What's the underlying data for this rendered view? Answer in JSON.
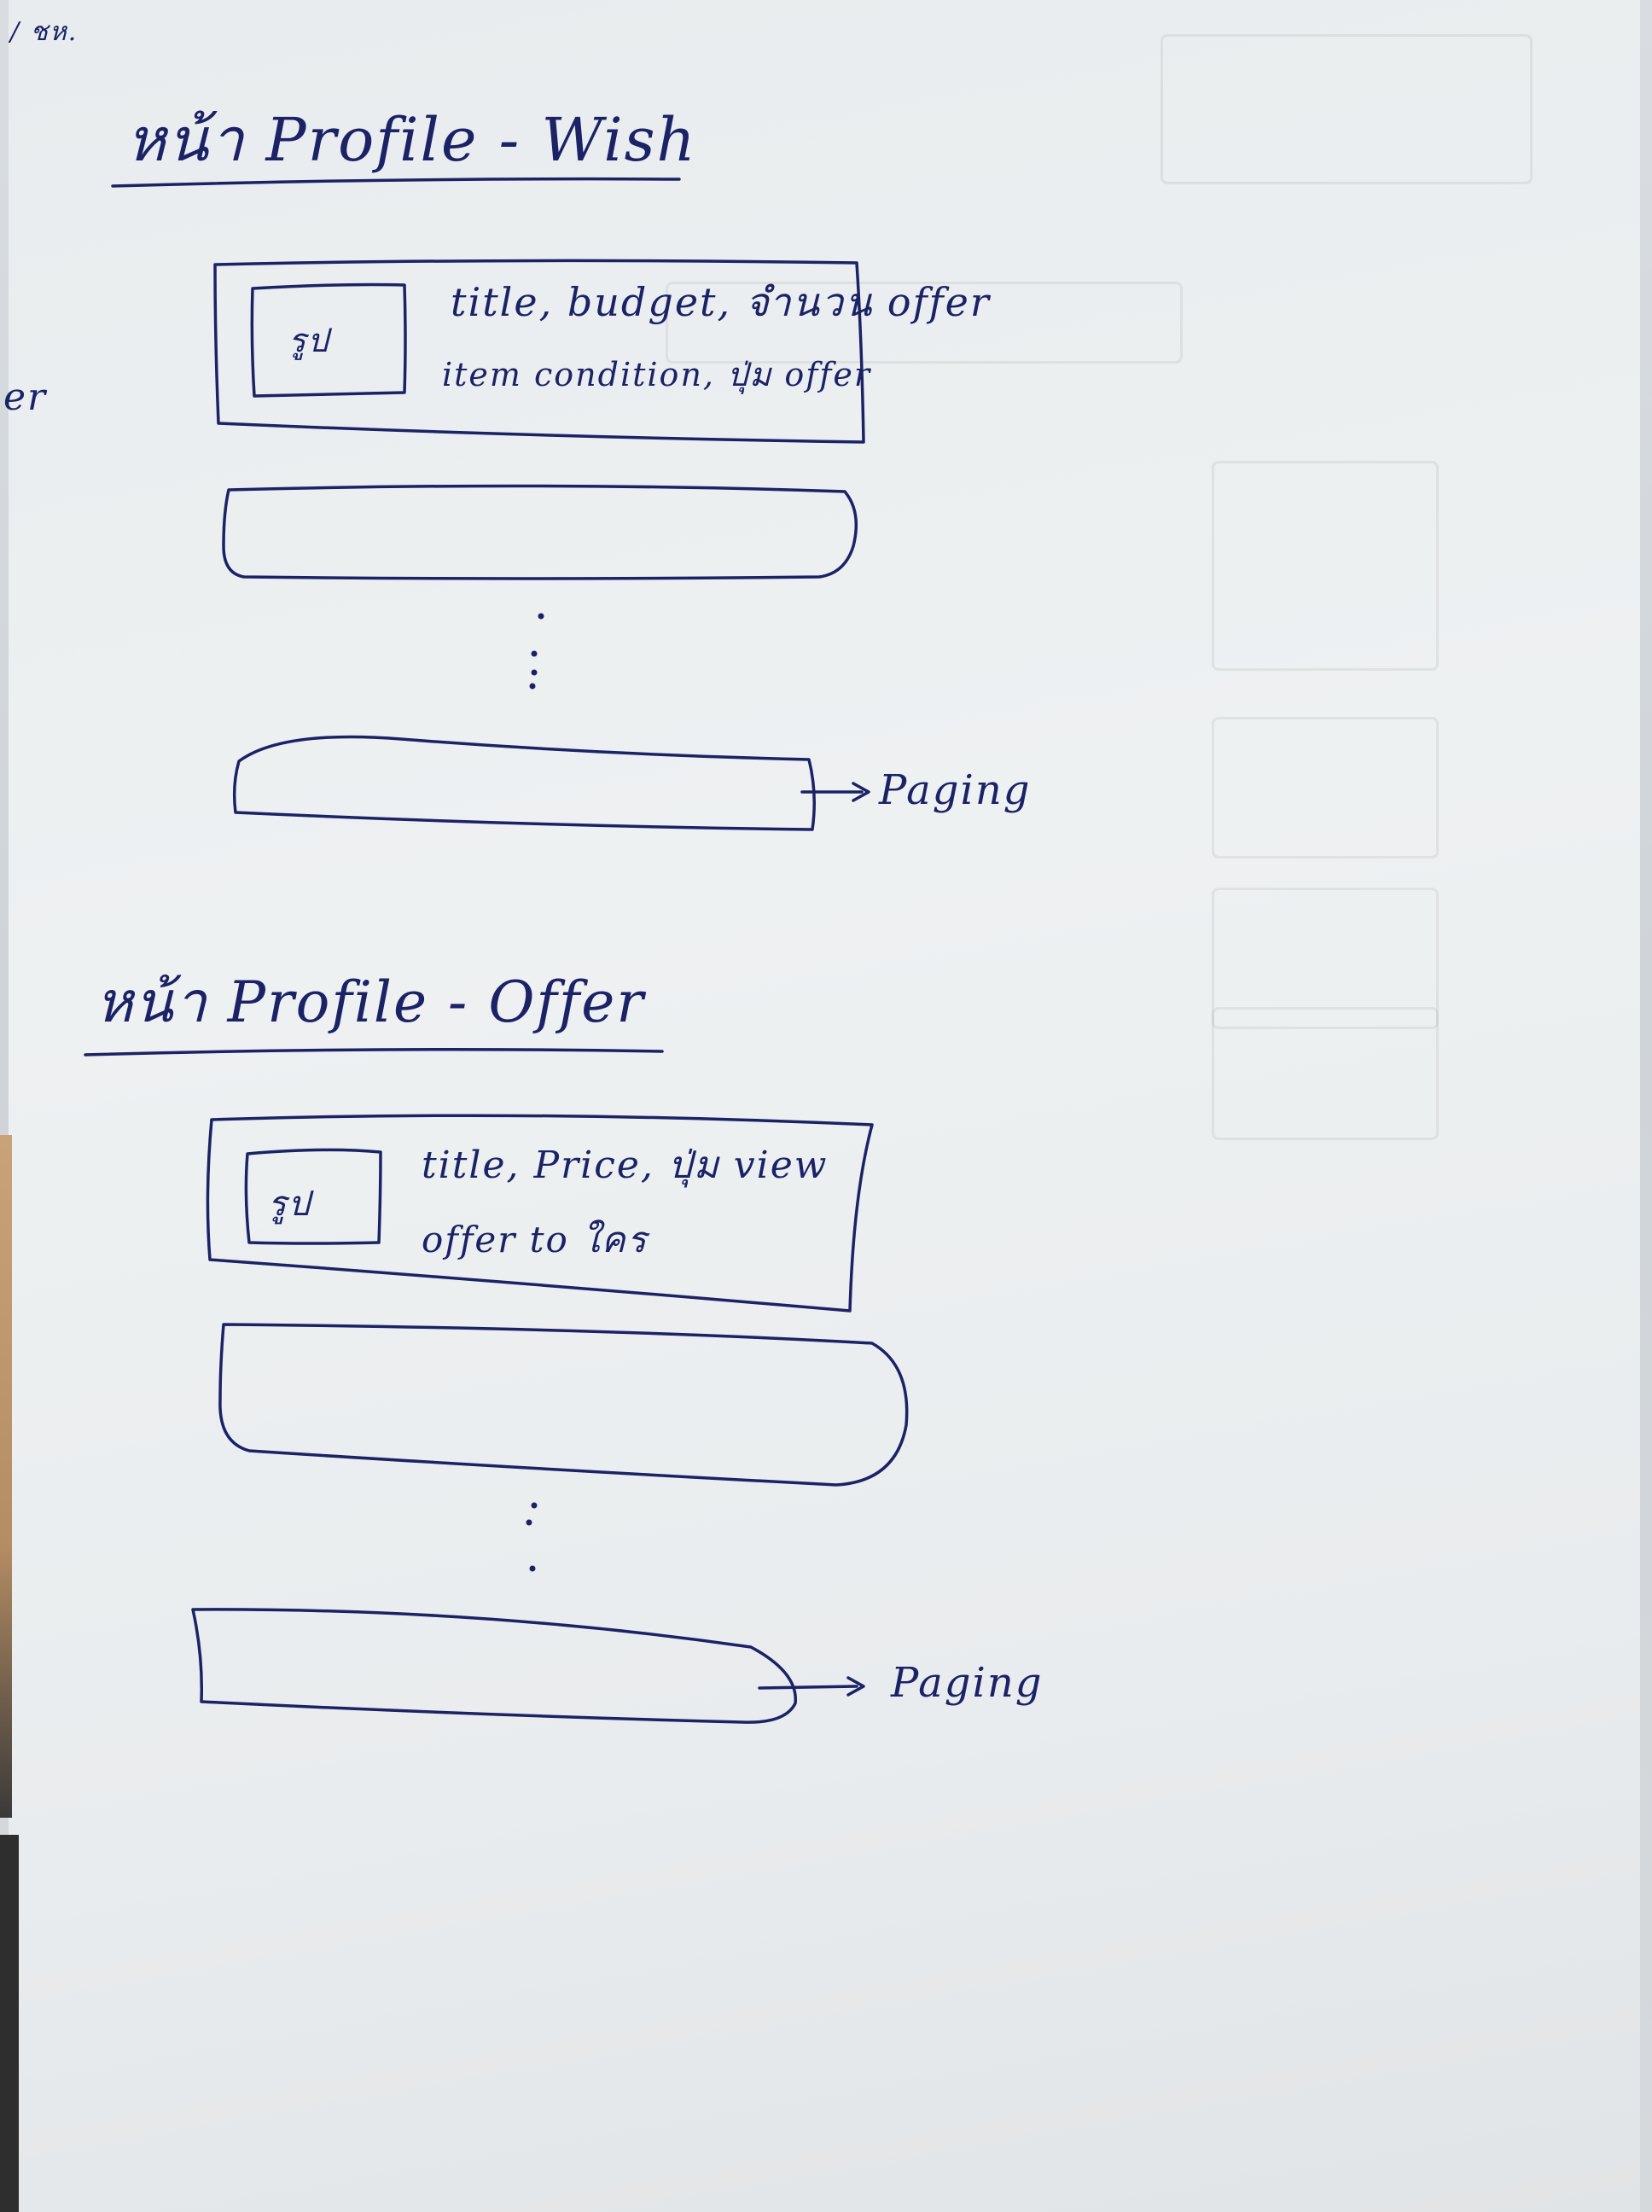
{
  "margin_marks": {
    "top_left": "/ ชห.",
    "left_edge": "er"
  },
  "sections": [
    {
      "heading": "หน้า Profile - Wish",
      "first_card": {
        "image_label": "รูป",
        "line1": "title, budget, จำนวน offer",
        "line2": "item condition, ปุ่ม offer"
      },
      "paging_label": "Paging"
    },
    {
      "heading": "หน้า Profile - Offer",
      "first_card": {
        "image_label": "รูป",
        "line1": "title, Price, ปุ่ม view",
        "line2": "offer to ใคร"
      },
      "paging_label": "Paging"
    }
  ],
  "colors": {
    "ink": "#1c2266",
    "paper": "#eceff1",
    "background": "#d3d7db"
  }
}
